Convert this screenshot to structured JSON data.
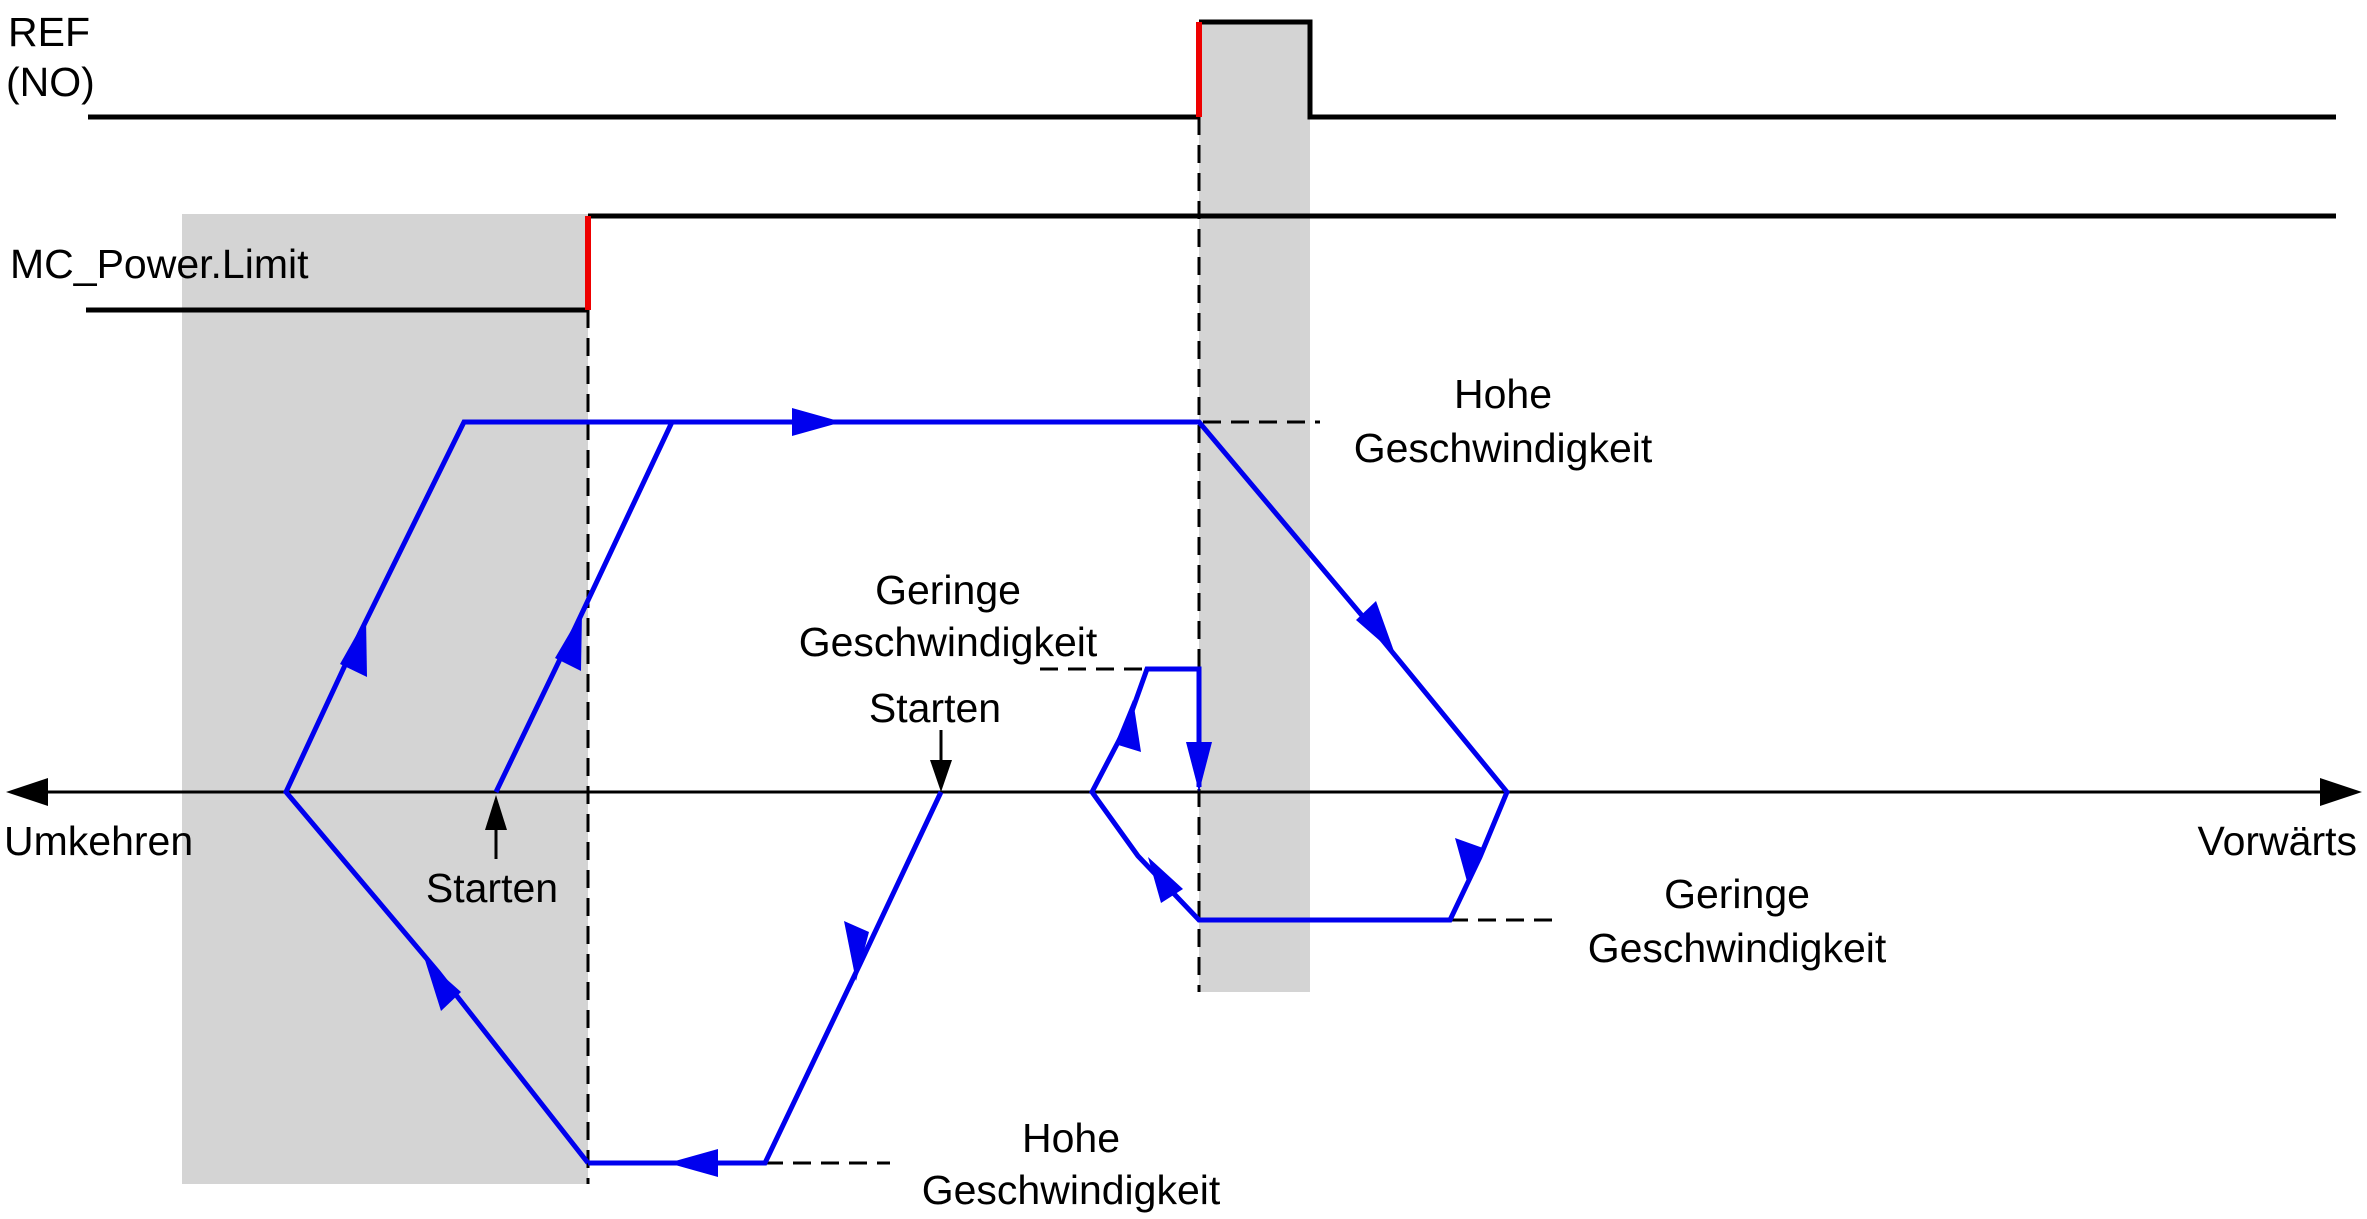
{
  "signals": {
    "ref_line1": "REF",
    "ref_line2": "(NO)",
    "power_limit": "MC_Power.Limit"
  },
  "axis": {
    "reverse": "Umkehren",
    "forward": "Vorwärts"
  },
  "labels": {
    "high_speed_top_1": "Hohe",
    "high_speed_top_2": "Geschwindigkeit",
    "low_speed_upper_1": "Geringe",
    "low_speed_upper_2": "Geschwindigkeit",
    "start_upper": "Starten",
    "start_lower": "Starten",
    "low_speed_lower_1": "Geringe",
    "low_speed_lower_2": "Geschwindigkeit",
    "high_speed_bottom_1": "Hohe",
    "high_speed_bottom_2": "Geschwindigkeit"
  },
  "colors": {
    "trajectory": "#0000ee",
    "signal": "#000000",
    "edge": "#ee0000",
    "zone": "#d4d4d4"
  }
}
